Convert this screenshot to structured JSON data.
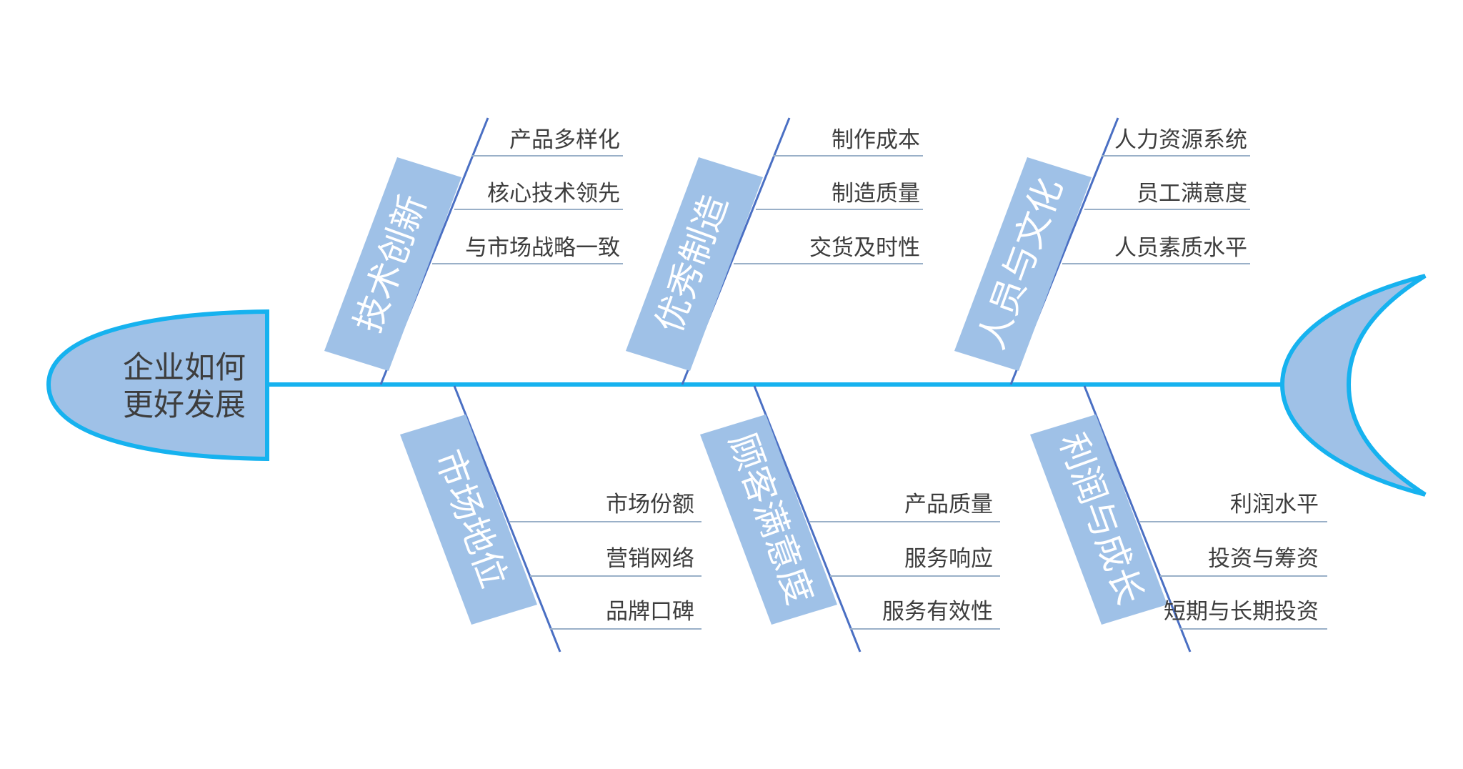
{
  "head": {
    "line1": "企业如何",
    "line2": "更好发展"
  },
  "colors": {
    "spine": "#16b2ef",
    "head_fill": "#9fc1e7",
    "bone": "#4a6fc3",
    "category_box": "#9fc1e7",
    "rule": "#9ab0c8",
    "text": "#3d3d3d"
  },
  "categories": [
    {
      "label": "技术创新",
      "causes": [
        "产品多样化",
        "核心技术领先",
        "与市场战略一致"
      ]
    },
    {
      "label": "优秀制造",
      "causes": [
        "制作成本",
        "制造质量",
        "交货及时性"
      ]
    },
    {
      "label": "人员与文化",
      "causes": [
        "人力资源系统",
        "员工满意度",
        "人员素质水平"
      ]
    },
    {
      "label": "市场地位",
      "causes": [
        "市场份额",
        "营销网络",
        "品牌口碑"
      ]
    },
    {
      "label": "顾客满意度",
      "causes": [
        "产品质量",
        "服务响应",
        "服务有效性"
      ]
    },
    {
      "label": "利润与成长",
      "causes": [
        "利润水平",
        "投资与筹资",
        "短期与长期投资"
      ]
    }
  ]
}
